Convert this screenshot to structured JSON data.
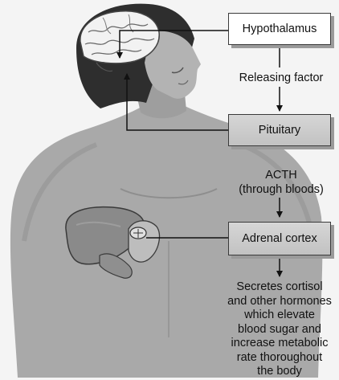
{
  "boxes": {
    "hypothalamus": "Hypothalamus",
    "pituitary": "Pituitary",
    "adrenal_cortex": "Adrenal cortex"
  },
  "edge_labels": {
    "releasing_factor": "Releasing factor",
    "acth": "ACTH\n(through bloods)"
  },
  "outcome": "Secretes cortisol\nand other hormones\nwhich elevate\nblood sugar and\nincrease metabolic\nrate thoroughout\nthe body",
  "colors": {
    "skin": "#a9a9a9",
    "hair": "#2e2e2e",
    "brain": "#f2f2f2",
    "liver": "#8a8a8a",
    "box_grey": "#cccccc",
    "box_white": "#ffffff"
  }
}
